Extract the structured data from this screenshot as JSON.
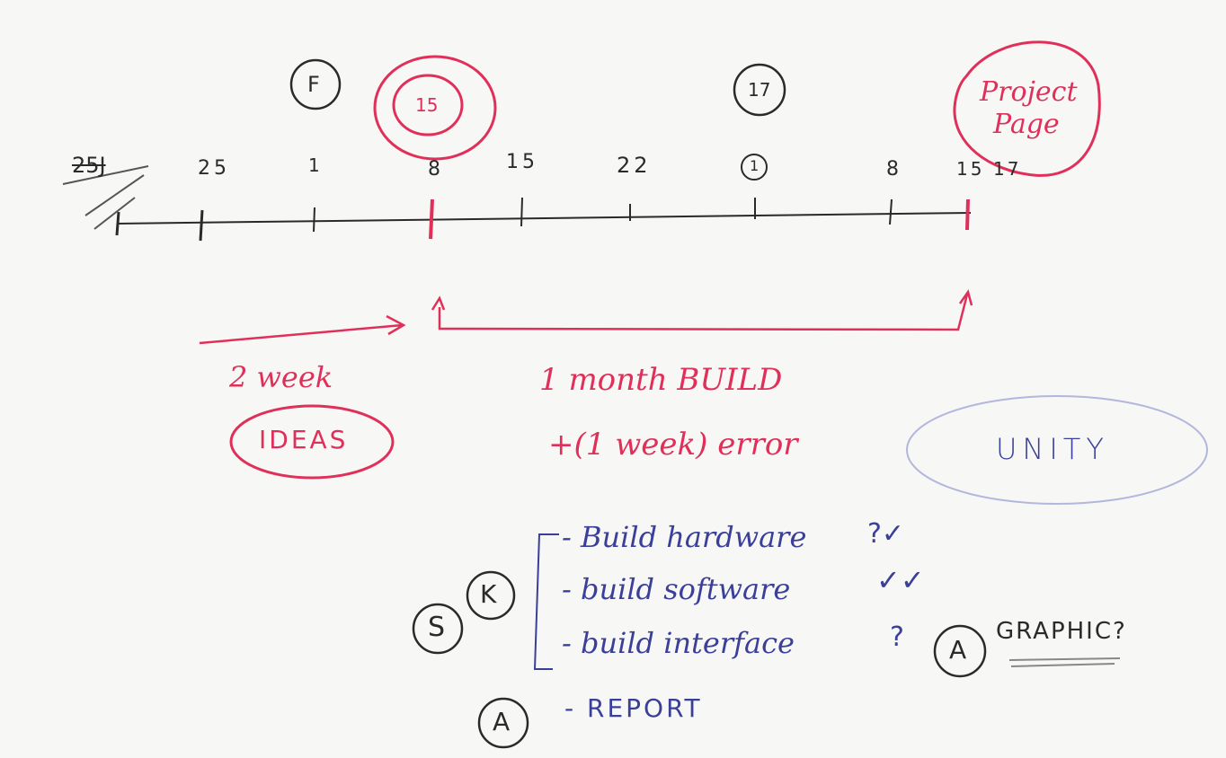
{
  "colors": {
    "board": "#f7f7f5",
    "black_ink": "#2a2a2a",
    "red_ink": "#e0305a",
    "blue_ink": "#3a3f9a",
    "lavender_ink": "#b3b6dd"
  },
  "circled_markers": {
    "f": "F",
    "fifteen": "15",
    "seventeen": "17",
    "project_page": [
      "Project",
      "Page"
    ]
  },
  "dates": {
    "crossed": "25J",
    "d1": "25",
    "d2": "1",
    "d3": "8",
    "d4": "15",
    "d5": "22",
    "d6": "1",
    "d7": "8",
    "d8": "15",
    "d9": "17"
  },
  "phases": {
    "ideas_duration": "2 week",
    "ideas_label": "IDEAS",
    "build_duration": "1 month BUILD",
    "error_margin": "+(1 week) error"
  },
  "tool": "UNITY",
  "tasks": {
    "assignee_s": "S",
    "assignee_k": "K",
    "items": [
      {
        "label": "- Build hardware",
        "mark": "?✓"
      },
      {
        "label": "- build software",
        "mark": "✓✓"
      },
      {
        "label": "- build interface",
        "mark": "?"
      }
    ],
    "report_assignee": "A",
    "report_label": "- REPORT",
    "graphic_assignee": "A",
    "graphic_label": "GRAPHIC?"
  }
}
